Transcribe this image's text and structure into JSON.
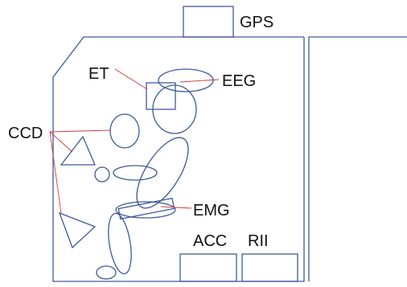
{
  "labels": {
    "gps": "GPS",
    "et": "ET",
    "eeg": "EEG",
    "ccd": "CCD",
    "emg": "EMG",
    "acc": "ACC",
    "rii": "RII"
  },
  "colors": {
    "outline": "#3d5a99",
    "leader": "#d23a3a",
    "text": "#111111"
  }
}
